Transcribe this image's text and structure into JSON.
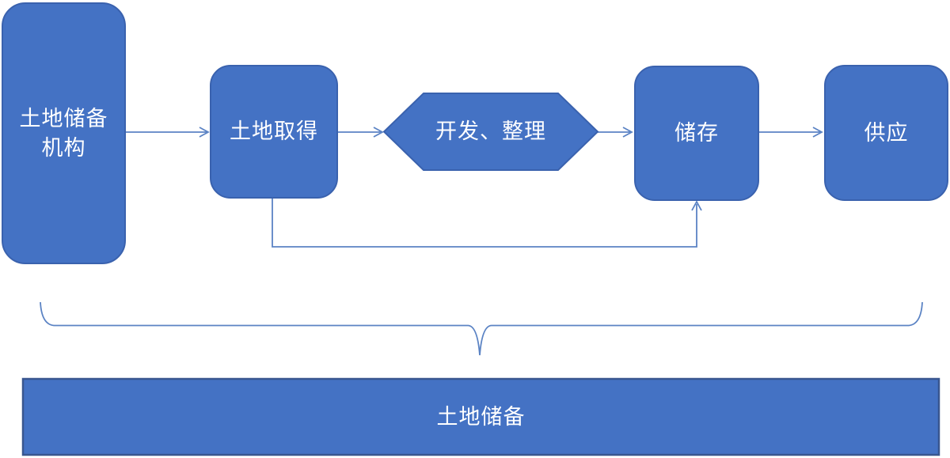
{
  "diagram": {
    "title_hint": "land-reserve-flowchart",
    "colors": {
      "background": "#ffffff",
      "node_fill": "#4472C4",
      "node_border": "#3A62AE",
      "bar_border": "#39568F",
      "connector": "#5B83C4",
      "label_text": "#ffffff"
    },
    "nodes": {
      "agency": {
        "line1": "土地储备",
        "line2": "机构"
      },
      "acquisition": {
        "label": "土地取得"
      },
      "development": {
        "label": "开发、整理"
      },
      "storage": {
        "label": "储存"
      },
      "supply": {
        "label": "供应"
      },
      "reserve_bar": {
        "label": "土地储备"
      }
    },
    "connections": [
      {
        "from": "agency",
        "to": "acquisition"
      },
      {
        "from": "acquisition",
        "to": "development"
      },
      {
        "from": "development",
        "to": "storage"
      },
      {
        "from": "storage",
        "to": "supply"
      },
      {
        "from": "acquisition",
        "to": "storage",
        "route": "elbow-below"
      }
    ],
    "brace": {
      "spans": "agency-to-supply",
      "points_to": "reserve_bar"
    }
  }
}
